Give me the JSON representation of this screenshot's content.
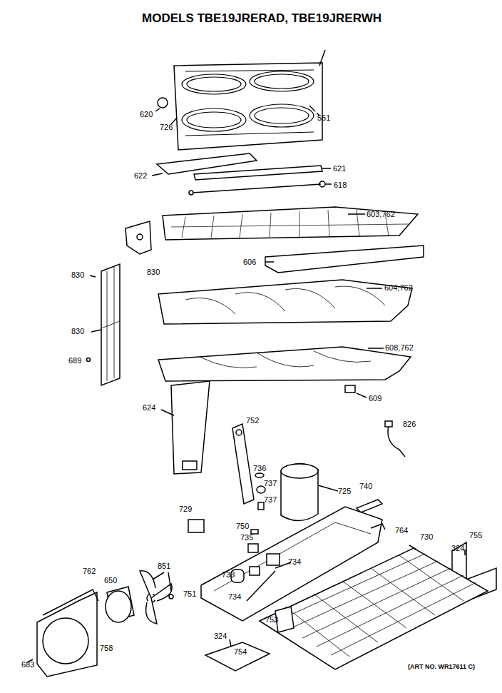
{
  "diagram": {
    "title": "MODELS TBE19JRERAD, TBE19JRERWH",
    "caption": "(ART NO. WR17611 C)",
    "labels": [
      "620",
      "726",
      "551",
      "622",
      "621",
      "618",
      "603,762",
      "606",
      "830",
      "830",
      "830",
      "689",
      "604,762",
      "608,762",
      "609",
      "624",
      "752",
      "826",
      "736",
      "737",
      "725",
      "740",
      "737",
      "729",
      "750",
      "735",
      "764",
      "755",
      "324",
      "730",
      "851",
      "733",
      "734",
      "734",
      "762",
      "650",
      "751",
      "753",
      "324",
      "758",
      "754",
      "683"
    ]
  }
}
